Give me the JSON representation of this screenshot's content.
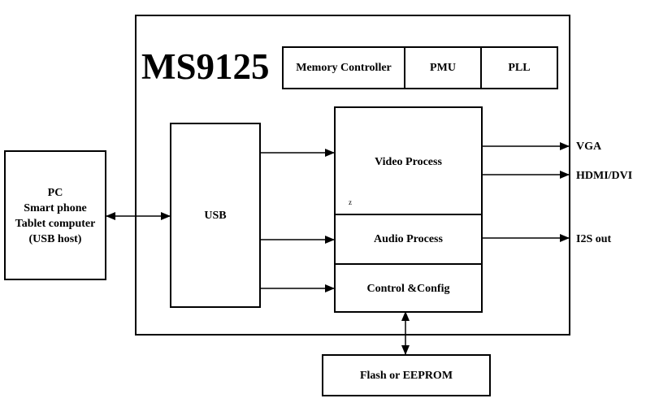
{
  "chip": {
    "title": "MS9125"
  },
  "top_blocks": {
    "memory_controller": "Memory Controller",
    "pmu": "PMU",
    "pll": "PLL"
  },
  "host": {
    "lines": [
      "PC",
      "Smart phone",
      "Tablet computer",
      "(USB host)"
    ]
  },
  "usb": {
    "label": "USB"
  },
  "video_process": {
    "label": "Video Process",
    "mark": "z"
  },
  "audio_process": {
    "label": "Audio Process"
  },
  "control_config": {
    "label": "Control &Config"
  },
  "storage": {
    "label": "Flash or EEPROM"
  },
  "outputs": {
    "vga": "VGA",
    "hdmi": "HDMI/DVI",
    "i2s": "I2S out"
  }
}
